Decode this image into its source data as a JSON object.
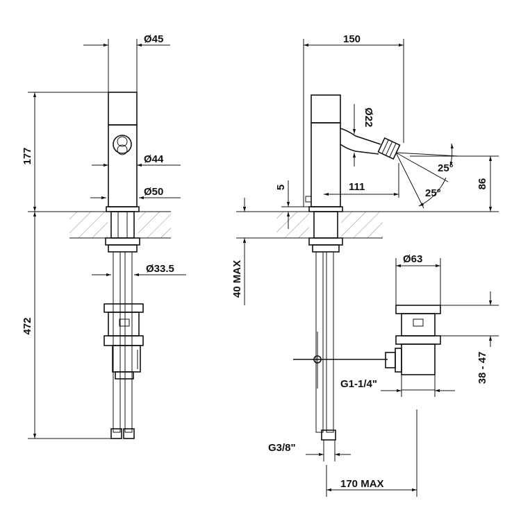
{
  "front_view": {
    "dia_top": "Ø45",
    "height_spout": "177",
    "dia_body": "Ø44",
    "dia_base": "Ø50",
    "dia_shank": "Ø33.5",
    "height_below": "472"
  },
  "side_view": {
    "reach": "150",
    "dia_spout": "Ø22",
    "angle_upper": "25°",
    "angle_lower": "25°",
    "rise": "5",
    "spout_dist": "111",
    "spout_height": "86",
    "deck_max": "40 MAX",
    "waste_dia": "Ø63",
    "waste_range": "38 - 47",
    "waste_thread": "G1-1/4\"",
    "inlet_thread": "G3/8\"",
    "rod_max": "170 MAX"
  }
}
